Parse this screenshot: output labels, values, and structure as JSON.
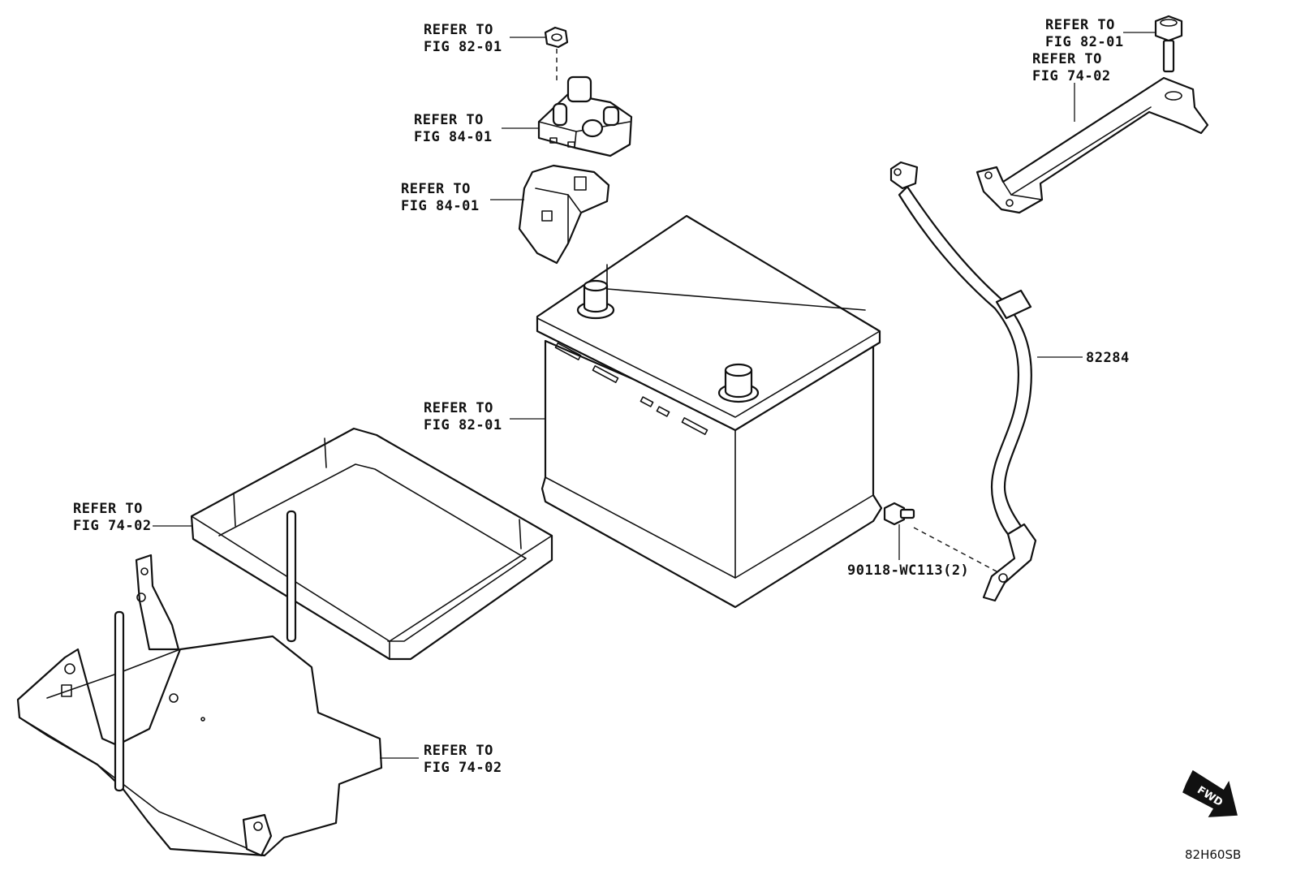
{
  "callouts": {
    "top_nut": {
      "line1": "REFER TO",
      "line2": "FIG 82-01"
    },
    "terminal": {
      "line1": "REFER TO",
      "line2": "FIG 84-01"
    },
    "terminal_cover": {
      "line1": "REFER TO",
      "line2": "FIG 84-01"
    },
    "battery": {
      "line1": "REFER TO",
      "line2": "FIG 82-01"
    },
    "tray_cover": {
      "line1": "REFER TO",
      "line2": "FIG 74-02"
    },
    "tray": {
      "line1": "REFER TO",
      "line2": "FIG 74-02"
    },
    "clamp_bolt": {
      "line1": "REFER TO",
      "line2": "FIG 82-01"
    },
    "hold_down_clamp": {
      "line1": "REFER TO",
      "line2": "FIG 74-02"
    },
    "cable_part_number": "82284",
    "bolt_part_number": "90118-WC113(2)"
  },
  "fwd_arrow_label": "FWD",
  "drawing_id": "82H60SB"
}
